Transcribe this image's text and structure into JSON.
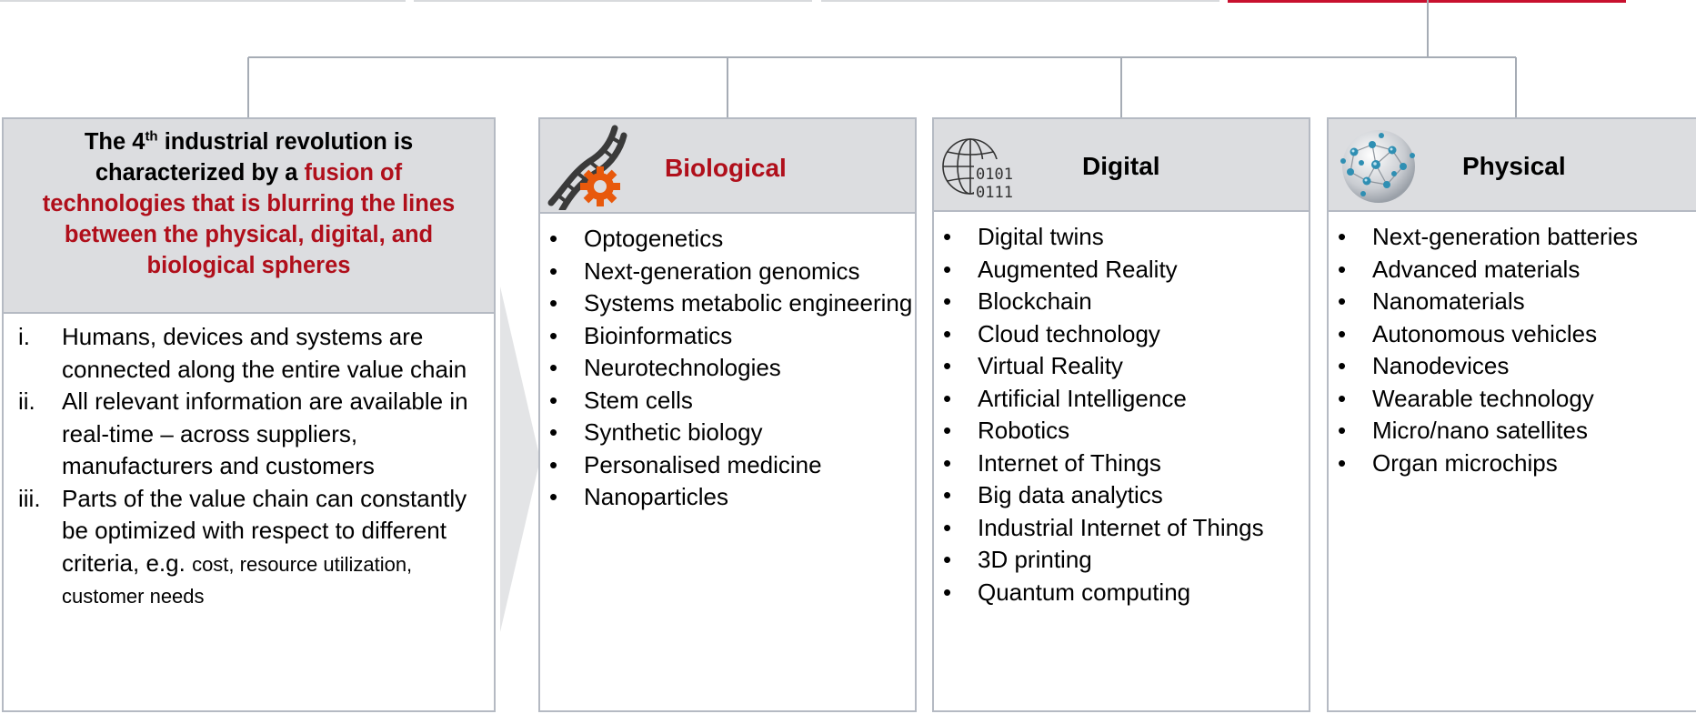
{
  "colors": {
    "accent_red": "#b00f1b",
    "header_gray": "#dcdde0",
    "border_gray": "#b5bac3"
  },
  "intro": {
    "heading_pre": "The 4",
    "heading_sup": "th",
    "heading_mid": " industrial revolution is characterized by a ",
    "heading_highlight": "fusion of technologies that is blurring the lines between the physical, digital, and biological spheres",
    "points": [
      {
        "num": "i.",
        "text": "Humans, devices and systems are connected along the entire value chain"
      },
      {
        "num": "ii.",
        "text": "All relevant information are available in real-time – across suppliers, manufacturers and customers"
      },
      {
        "num": "iii.",
        "text_main": "Parts of the value chain can constantly be optimized with respect to different criteria, e.g.",
        "text_small": "cost, resource utilization, customer needs"
      }
    ]
  },
  "categories": [
    {
      "title": "Biological",
      "icon": "dna-gear-icon",
      "items": [
        "Optogenetics",
        "Next-generation genomics",
        "Systems metabolic engineering",
        "Bioinformatics",
        "Neurotechnologies",
        "Stem cells",
        "Synthetic biology",
        "Personalised medicine",
        "Nanoparticles"
      ]
    },
    {
      "title": "Digital",
      "icon": "globe-binary-icon",
      "icon_text_top": "0101",
      "icon_text_bottom": "0111",
      "items": [
        "Digital twins",
        "Augmented Reality",
        "Blockchain",
        "Cloud technology",
        "Virtual Reality",
        "Artificial Intelligence",
        "Robotics",
        "Internet of Things",
        "Big data analytics",
        "Industrial Internet of Things",
        "3D printing",
        "Quantum computing"
      ]
    },
    {
      "title": "Physical",
      "icon": "molecule-sphere-icon",
      "items": [
        "Next-generation batteries",
        "Advanced materials",
        "Nanomaterials",
        "Autonomous vehicles",
        "Nanodevices",
        "Wearable technology",
        "Micro/nano satellites",
        "Organ microchips"
      ]
    }
  ]
}
